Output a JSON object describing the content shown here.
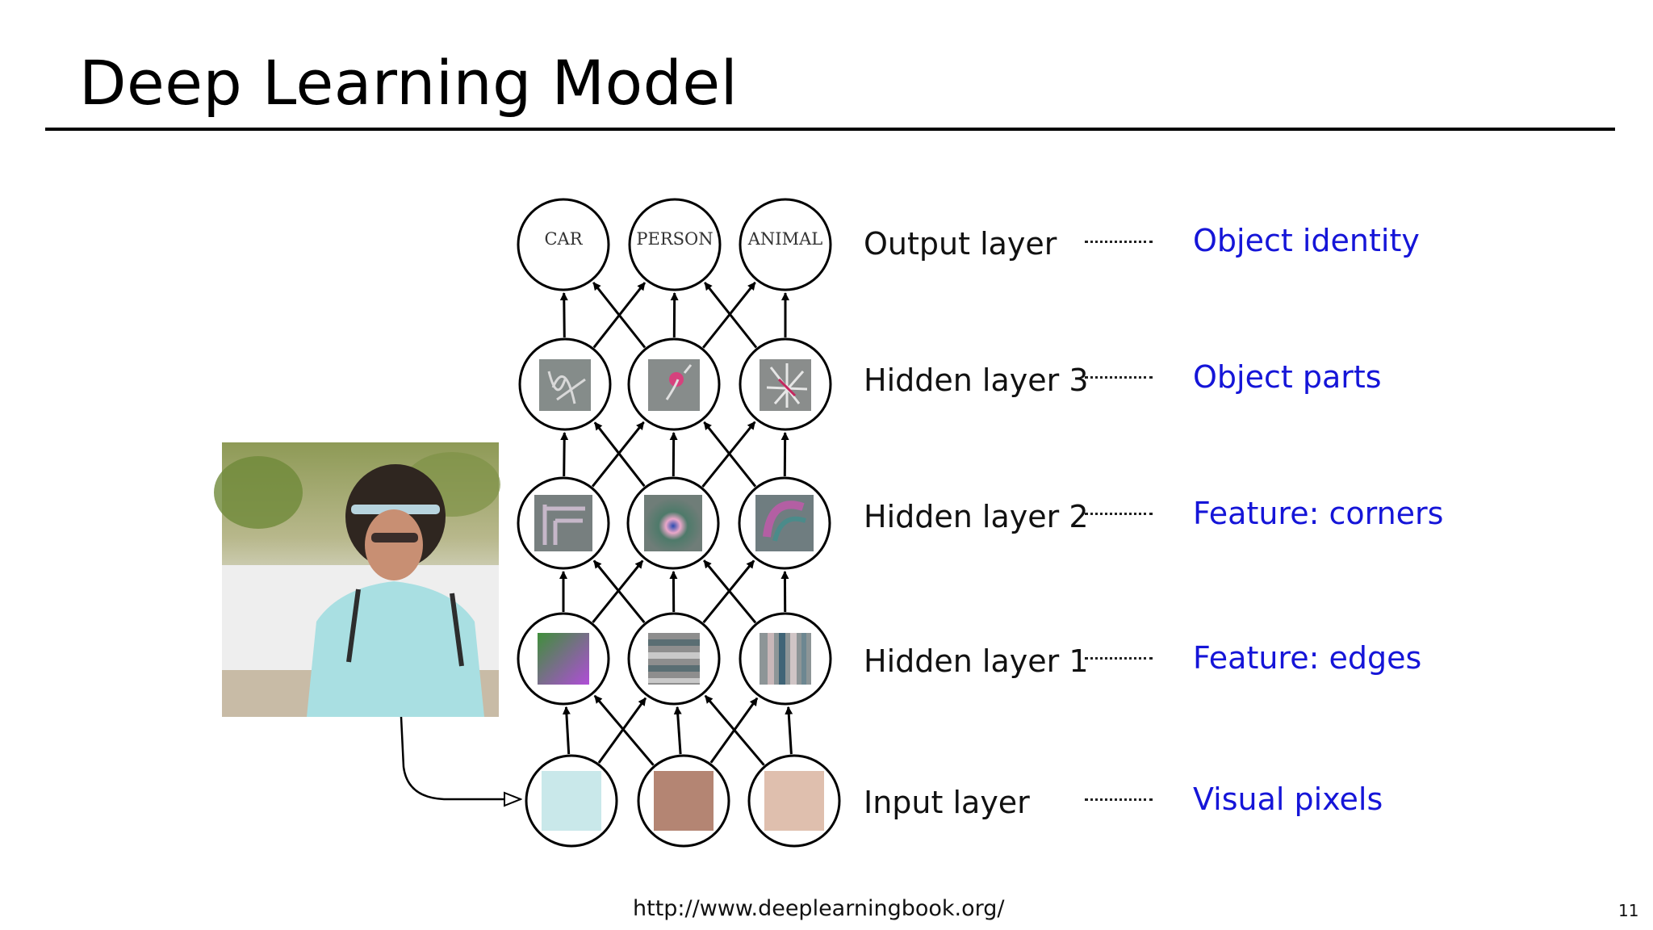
{
  "slide": {
    "title": "Deep Learning Model",
    "source": "http://www.deeplearningbook.org/",
    "page_number": "11"
  },
  "layers": [
    {
      "name": "Output layer",
      "description": "Object identity"
    },
    {
      "name": "Hidden layer 3",
      "description": "Object parts"
    },
    {
      "name": "Hidden layer 2",
      "description": "Feature: corners"
    },
    {
      "name": "Hidden layer 1",
      "description": "Feature: edges"
    },
    {
      "name": "Input layer",
      "description": "Visual pixels"
    }
  ],
  "output_nodes": [
    "CAR",
    "PERSON",
    "ANIMAL"
  ],
  "colors": {
    "description_text": "#1515d8",
    "input_pixel_1": "#c9e8ea",
    "input_pixel_2": "#b48573",
    "input_pixel_3": "#dfbfae"
  }
}
